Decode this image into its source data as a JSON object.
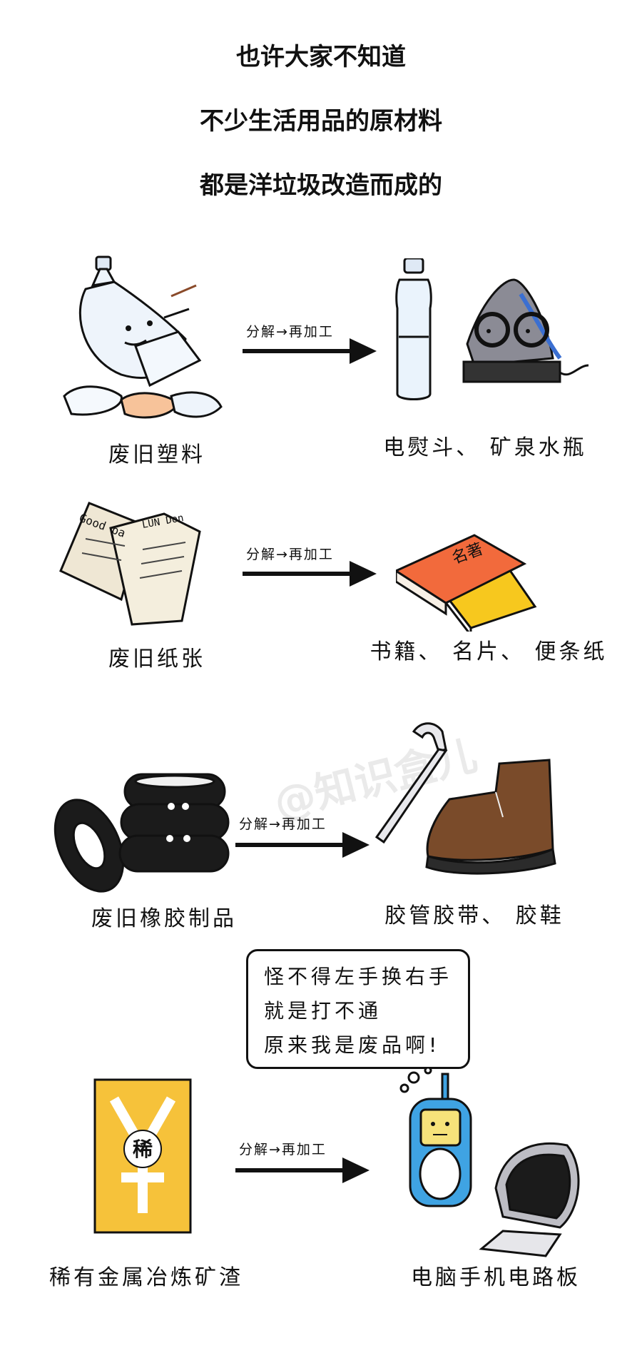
{
  "intro": {
    "line1": "也许大家不知道",
    "line2": "不少生活用品的原材料",
    "line3": "都是洋垃圾改造而成的"
  },
  "process_label": "分解→再加工",
  "rows": [
    {
      "source": "废旧塑料",
      "product": "电熨斗、 矿泉水瓶"
    },
    {
      "source": "废旧纸张",
      "product": "书籍、 名片、 便条纸"
    },
    {
      "source": "废旧橡胶制品",
      "product": "胶管胶带、 胶鞋"
    },
    {
      "source": "稀有金属冶炼矿渣",
      "product": "电脑手机电路板"
    }
  ],
  "speech_bubble": {
    "line1": "怪不得左手换右手",
    "line2": "就是打不通",
    "line3": "原来我是废品啊!"
  },
  "illustration_text": {
    "paper_left": "Good pa",
    "paper_right": "LUN Don",
    "book_title": "名著",
    "ore_char": "稀"
  },
  "watermark": "@知识盒儿",
  "colors": {
    "book_orange": "#f26a3c",
    "book_yellow": "#f7c81e",
    "ore_gold": "#f6c23a",
    "phone_blue": "#3fa3e3",
    "boot_brown": "#7a4b2a",
    "tire_black": "#1b1b1b",
    "iron_gray": "#8b8b95"
  }
}
